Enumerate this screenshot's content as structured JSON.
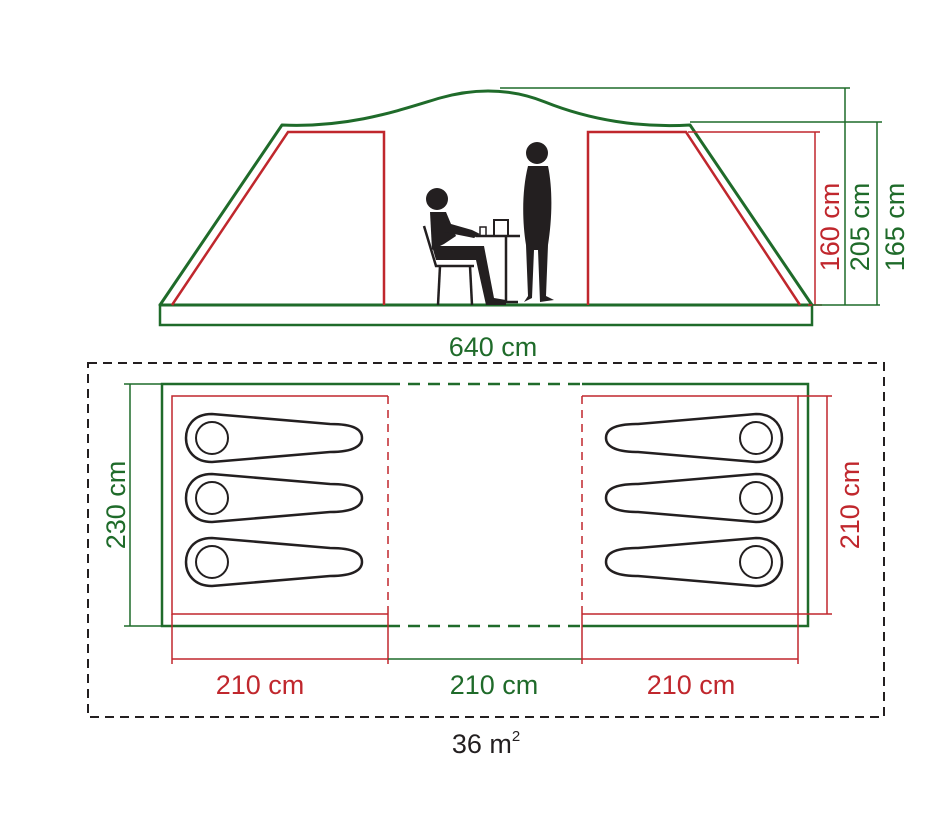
{
  "side_view": {
    "length_label": "640 cm",
    "inner_room_height_label": "160 cm",
    "peak_height_label": "205 cm",
    "side_height_label": "165 cm"
  },
  "floor_plan": {
    "width_label": "230 cm",
    "bedroom_depth_label": "210 cm",
    "bedroom_left_label": "210 cm",
    "living_area_label": "210 cm",
    "bedroom_right_label": "210 cm",
    "area_value": "36 m",
    "area_unit_exp": "2"
  },
  "colors": {
    "outer_tent": "#1f6b2a",
    "inner_room": "#c0272d",
    "figures": "#231f20"
  }
}
